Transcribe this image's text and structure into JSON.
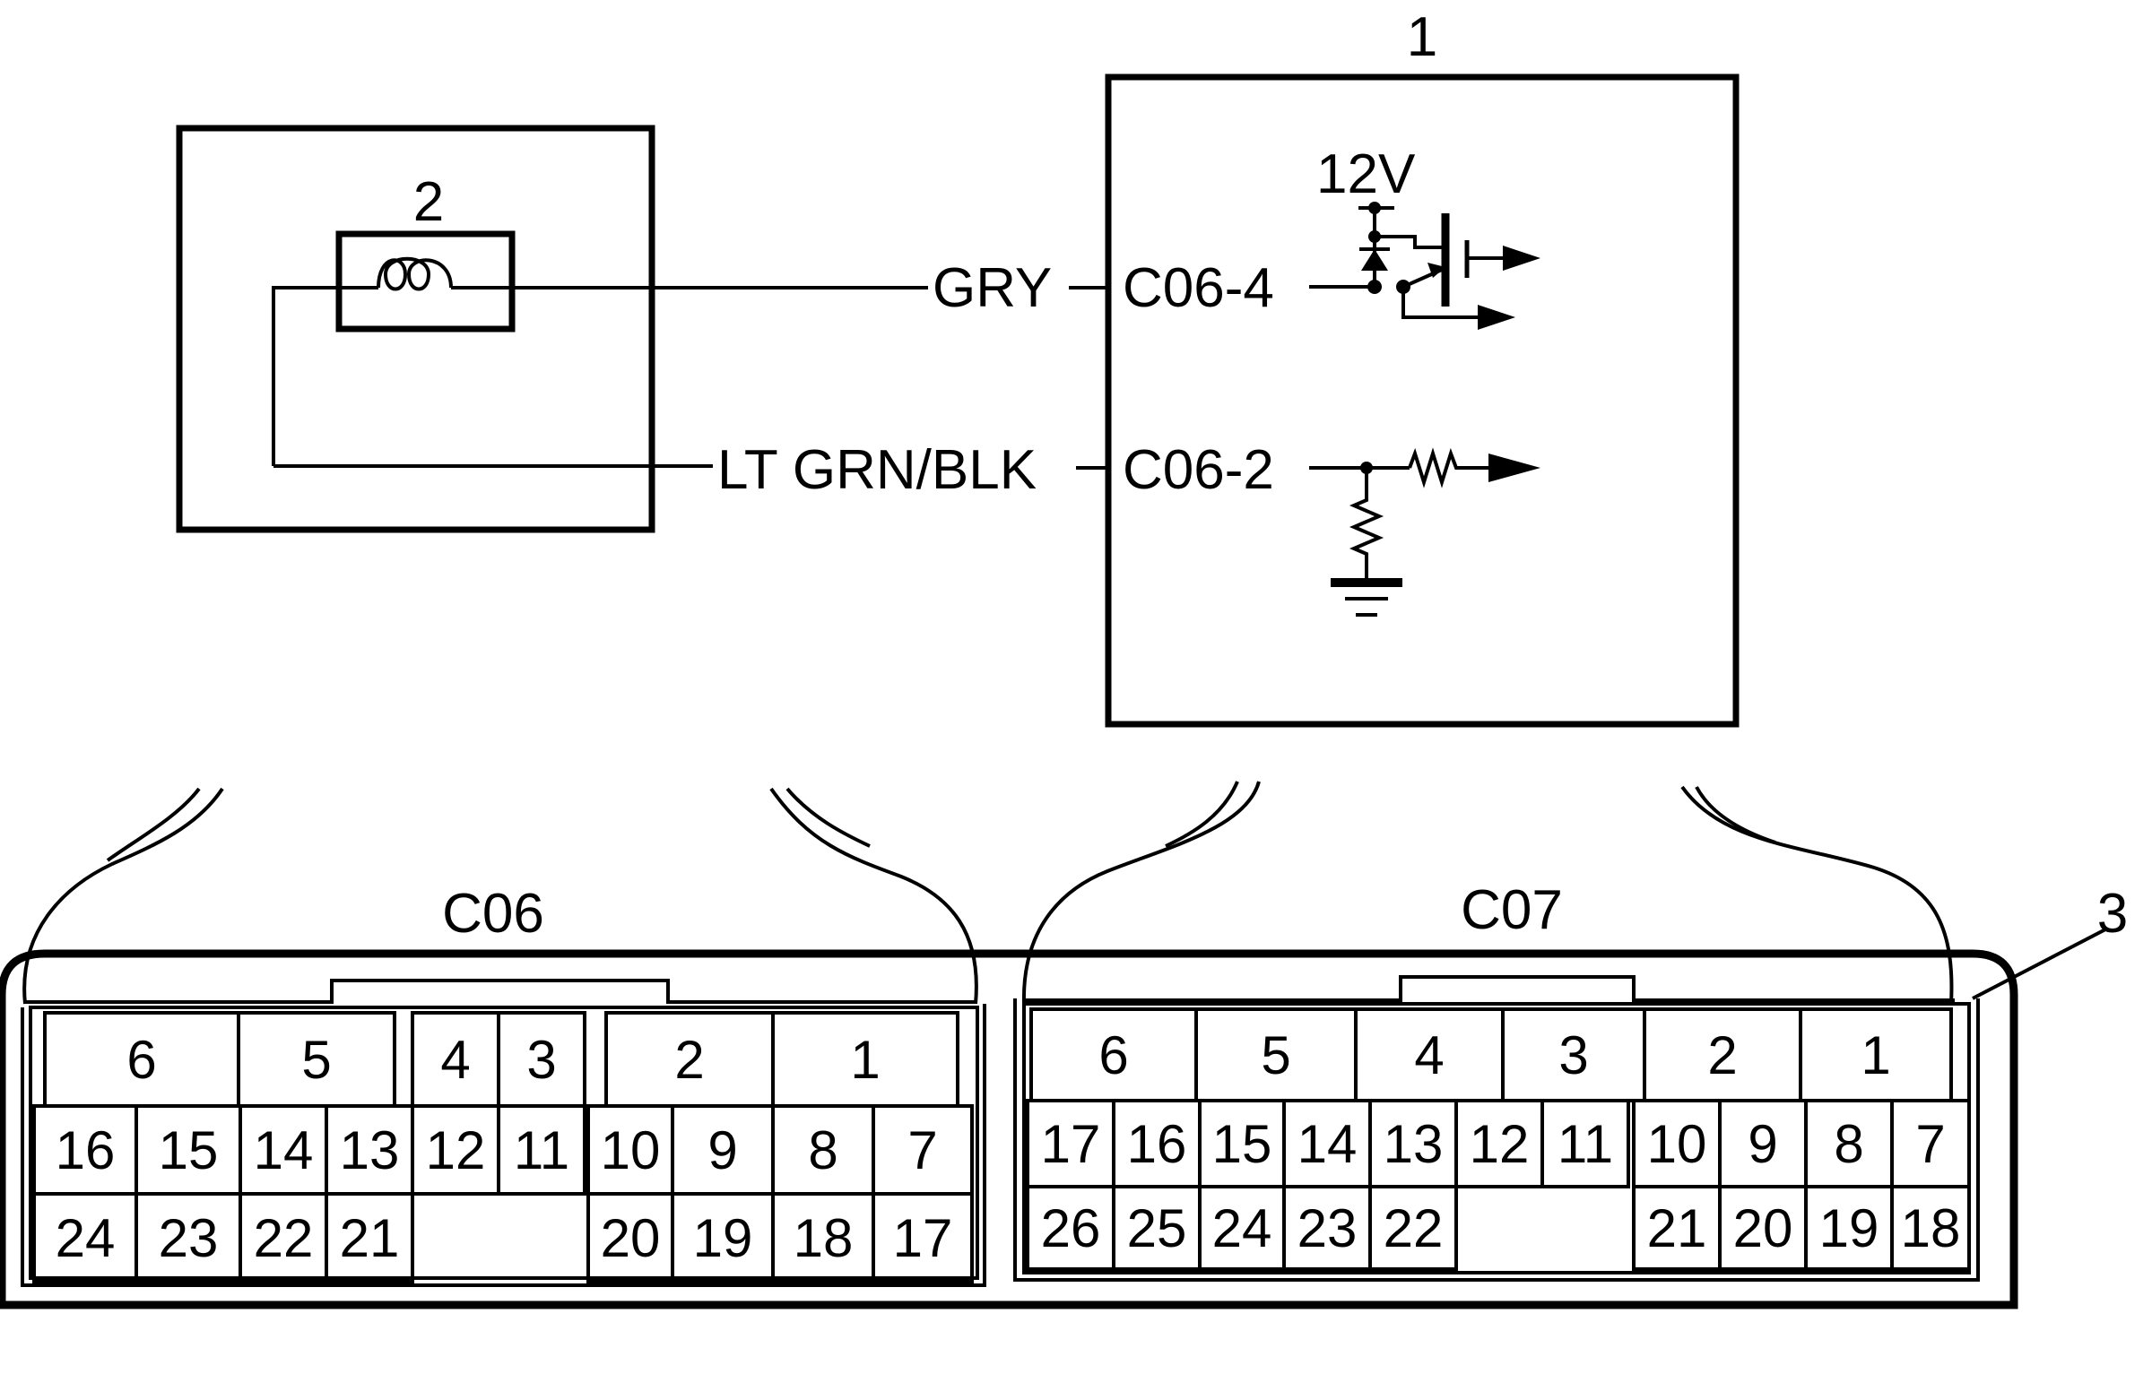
{
  "callouts": {
    "module": "1",
    "sensor": "2",
    "connector_block": "3"
  },
  "supply": "12V",
  "wires": {
    "upper": {
      "color": "GRY",
      "pin": "C06-4"
    },
    "lower": {
      "color": "LT GRN/BLK",
      "pin": "C06-2"
    }
  },
  "connectors": {
    "c06": {
      "name": "C06",
      "groups": [
        "6",
        "5",
        "4",
        "3",
        "2",
        "1"
      ],
      "row1": [
        "16",
        "15",
        "14",
        "13",
        "12",
        "11",
        "10",
        "9",
        "8",
        "7"
      ],
      "row2": [
        "24",
        "23",
        "22",
        "21",
        "20",
        "19",
        "18",
        "17"
      ]
    },
    "c07": {
      "name": "C07",
      "groups": [
        "6",
        "5",
        "4",
        "3",
        "2",
        "1"
      ],
      "row1": [
        "17",
        "16",
        "15",
        "14",
        "13",
        "12",
        "11",
        "10",
        "9",
        "8",
        "7"
      ],
      "row2": [
        "26",
        "25",
        "24",
        "23",
        "22",
        "21",
        "20",
        "19",
        "18"
      ]
    }
  },
  "icons": [
    "coil-icon",
    "mosfet-icon",
    "diode-icon",
    "resistor-icon",
    "ground-icon",
    "arrow-icon"
  ]
}
